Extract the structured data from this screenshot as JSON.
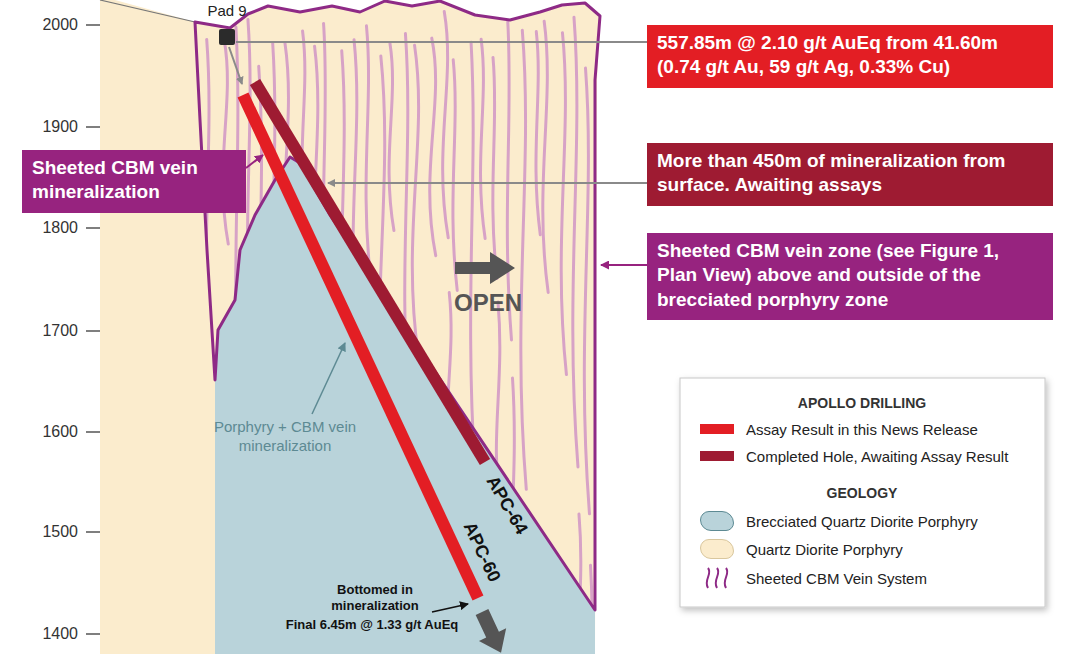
{
  "diagram": {
    "nodes": [
      {
        "text": [
          "557.85m @ 2.10 g/t AuEq from 41.60m (0.74 g/t Au, 59 g/t Ag, 0.33% Cu)"
        ]
      },
      {
        "text": [
          "Sheeted CBM vein mineralization"
        ]
      },
      {
        "text": [
          "More than 450m of mineralization from surface. Awaiting assays"
        ]
      },
      {
        "text": [
          "Sheeted CBM vein zone (see Figure 1, Plan View) above and outside of the brecciated porphyry zone"
        ]
      }
    ],
    "labels": [
      "2000",
      "1900",
      "1800",
      "1700",
      "1600",
      "1500",
      "1400",
      "Pad 9",
      "OPEN",
      "Porphyry + CBM vein mineralization",
      "APC-64",
      "APC-60",
      "Bottomed in mineralization",
      "Final 6.45m @ 1.33 g/t AuEq",
      "APOLLO DRILLING",
      "GEOLOGY"
    ],
    "legend": [
      {
        "text": "Assay Result in this News Release",
        "color": "#e31e24"
      },
      {
        "text": "Completed Hole, Awaiting Assay Result",
        "color": "#9e1b32"
      },
      {
        "text": "Brecciated Quartz Diorite Porphyry",
        "color": "#b9d3da"
      },
      {
        "text": "Quartz Diorite Porphyry",
        "color": "#fbeccd"
      },
      {
        "text": "Sheeted CBM Vein System"
      }
    ]
  }
}
